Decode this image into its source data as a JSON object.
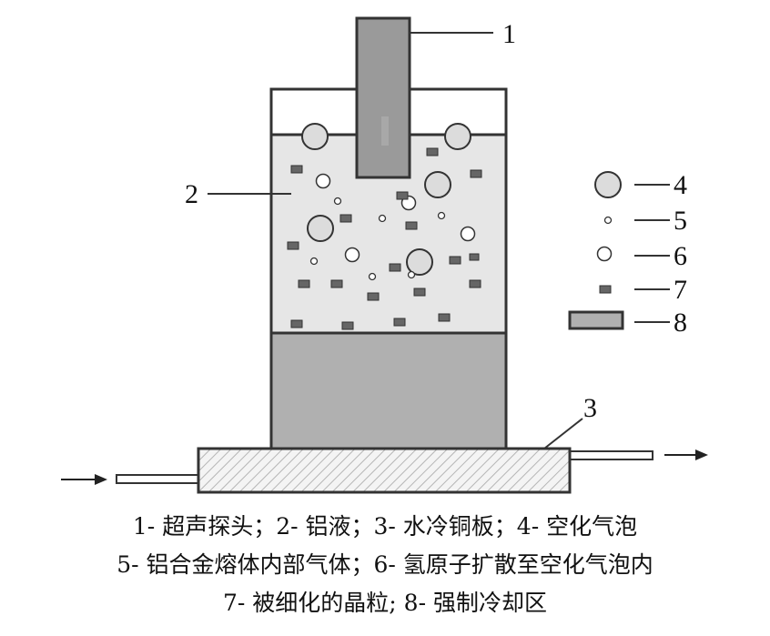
{
  "labels": {
    "n1": "1",
    "n2": "2",
    "n3": "3",
    "n4": "4",
    "n5": "5",
    "n6": "6",
    "n7": "7",
    "n8": "8"
  },
  "caption": {
    "line1": "1- 超声探头；2- 铝液；3- 水冷铜板；4- 空化气泡",
    "line2": "5- 铝合金熔体内部气体；6- 氢原子扩散至空化气泡内",
    "line3": "7- 被细化的晶粒; 8- 强制冷却区"
  },
  "colors": {
    "melt": "#e6e6e6",
    "solid_zone": "#b0b0b0",
    "probe": "#9a9a9a",
    "bubble": "#dcdcdc",
    "grain": "#666666",
    "outline": "#333333"
  }
}
